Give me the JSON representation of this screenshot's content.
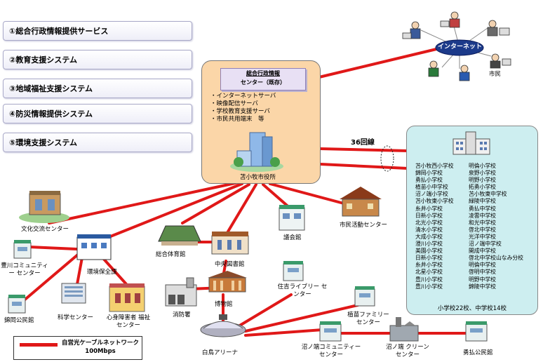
{
  "services": [
    "①総合行政情報提供サービス",
    "②教育支援システム",
    "③地域福祉支援システム",
    "④防災情報提供システム",
    "⑤環境支援システム"
  ],
  "center": {
    "title_line1": "総合行政情報",
    "title_line2": "センター（既存）",
    "items": [
      "・インターネットサーバ",
      "・映像配信サーバ",
      "・学校教育支援サーバ",
      "・市民共用端末　等"
    ],
    "building_label": "苫小牧市役所"
  },
  "internet": {
    "label": "インターネット",
    "citizen": "市民"
  },
  "line_count": "36回線",
  "schools": {
    "col1": [
      "苫小牧西小学校",
      "錦岡小学校",
      "勇払小学校",
      "植苗小中学校",
      "沼ノ端小学校",
      "苫小牧東小学校",
      "糸井小学校",
      "日新小学校",
      "北光小学校",
      "清水小学校",
      "大成小学校",
      "澄川小学校",
      "美園小学校",
      "日新小学校",
      "糸井小学校",
      "北星小学校",
      "豊川小学校",
      "豊川小学校"
    ],
    "col2": [
      "明倫小学校",
      "泉野小学校",
      "明野小学校",
      "拓勇小学校",
      "苫小牧東中学校",
      "緑陵中学校",
      "勇払中学校",
      "凌雲中学校",
      "和光中学校",
      "啓北中学校",
      "光洋中学校",
      "沼ノ端中学校",
      "開成中学校",
      "啓北中学校山なみ分校",
      "明倫中学校",
      "啓明中学校",
      "明野中学校",
      "錦陵中学校"
    ],
    "total": "小学校22校、中学校14校"
  },
  "facilities": {
    "bunka": "文化交流センター",
    "toyokawa": "豊川コミュニティー センター",
    "nishiki": "錦岡公民館",
    "kankyo": "環境保全課",
    "kagaku": "科学センター",
    "shinshin": "心身障害者 福祉センター",
    "sogo_taiiku": "総合体育館",
    "chuo_tosho": "中央図書館",
    "hakubutsu": "博物館",
    "shobo": "消防署",
    "hakucho": "白鳥アリーナ",
    "gikai": "議会館",
    "shimin_katsudo": "市民活動センター",
    "sumiyoshi": "住吉ライブリー センター",
    "uenae": "植苗ファミリー センター",
    "numanohata_com": "沼ノ端コミュニティー センター",
    "numanohata_clean": "沼ノ端 クリーンセンター",
    "yufutsu": "勇払公民館"
  },
  "legend": {
    "line1": "自営光ケーブルネットワーク",
    "line2": "100Mbps"
  },
  "colors": {
    "cable": "#e01818",
    "center_fill": "#fbd6a8",
    "school_fill": "#cdeef0"
  }
}
